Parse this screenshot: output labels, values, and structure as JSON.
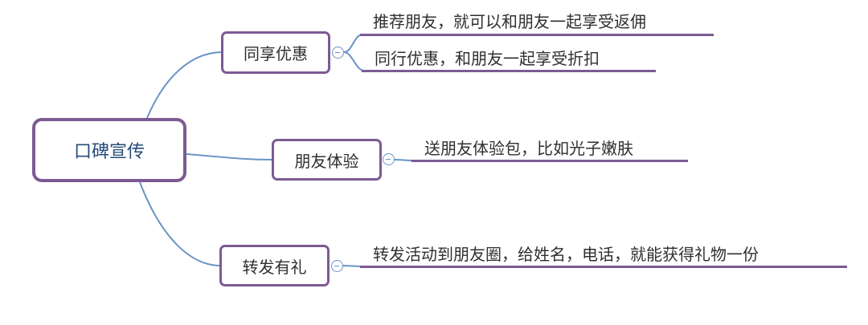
{
  "colors": {
    "node_border": "#7d5a93",
    "connector": "#6a93c6",
    "root_text": "#264b7a",
    "text": "#2f2f2f"
  },
  "root": {
    "label": "口碑宣传"
  },
  "branches": [
    {
      "label": "同享优惠",
      "toggle_icon": "collapse-minus-icon",
      "leaves": [
        "推荐朋友，就可以和朋友一起享受返佣",
        "同行优惠，和朋友一起享受折扣"
      ]
    },
    {
      "label": "朋友体验",
      "toggle_icon": "collapse-minus-icon",
      "leaves": [
        "送朋友体验包，比如光子嫩肤"
      ]
    },
    {
      "label": "转发有礼",
      "toggle_icon": "collapse-minus-icon",
      "leaves": [
        "转发活动到朋友圈，给姓名，电话，就能获得礼物一份"
      ]
    }
  ]
}
